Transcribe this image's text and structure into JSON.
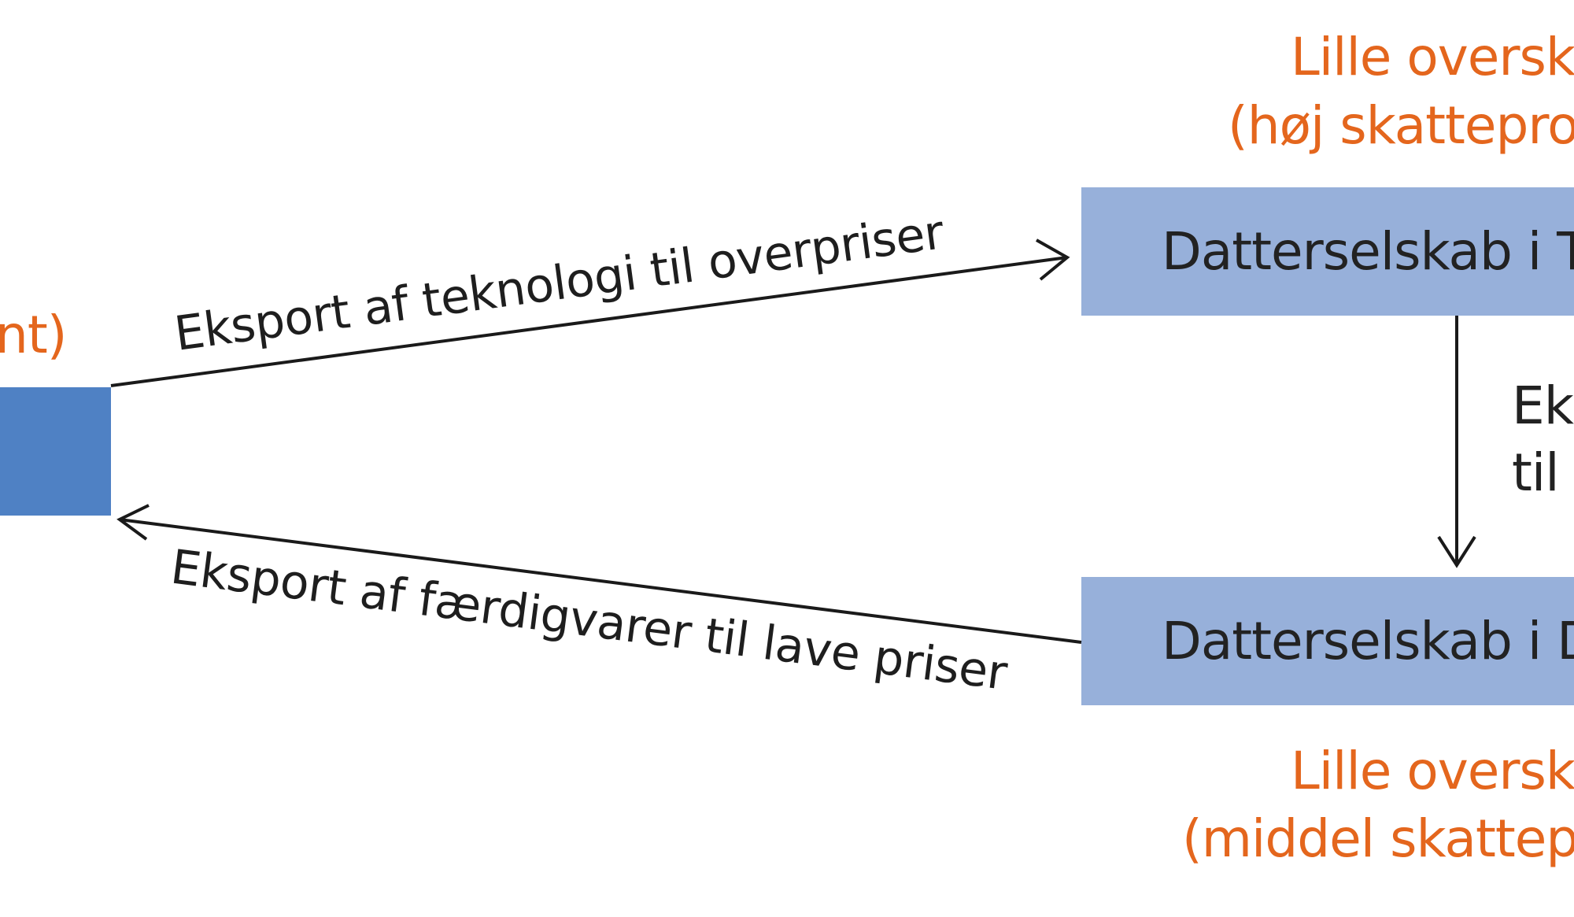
{
  "colors": {
    "parent_box": "#4f81c4",
    "subsidiary_box": "#97b0da",
    "orange_text": "#e4661d",
    "line": "#1a1a1a",
    "text": "#222222"
  },
  "parent": {
    "caption_fragment": "nt)"
  },
  "subsidiary_top": {
    "label": "Datterselskab i Ty",
    "note_line1": "Lille oversku",
    "note_line2": "(høj skatteproc"
  },
  "subsidiary_bottom": {
    "label": "Datterselskab i D",
    "note_line1": "Lille oversku",
    "note_line2": "(middel skattepr"
  },
  "edges": {
    "parent_to_top": "Eksport af teknologi til overpriser",
    "bottom_to_parent": "Eksport af færdigvarer til lave priser",
    "top_to_bottom_line1": "Ek",
    "top_to_bottom_line2": "til"
  }
}
